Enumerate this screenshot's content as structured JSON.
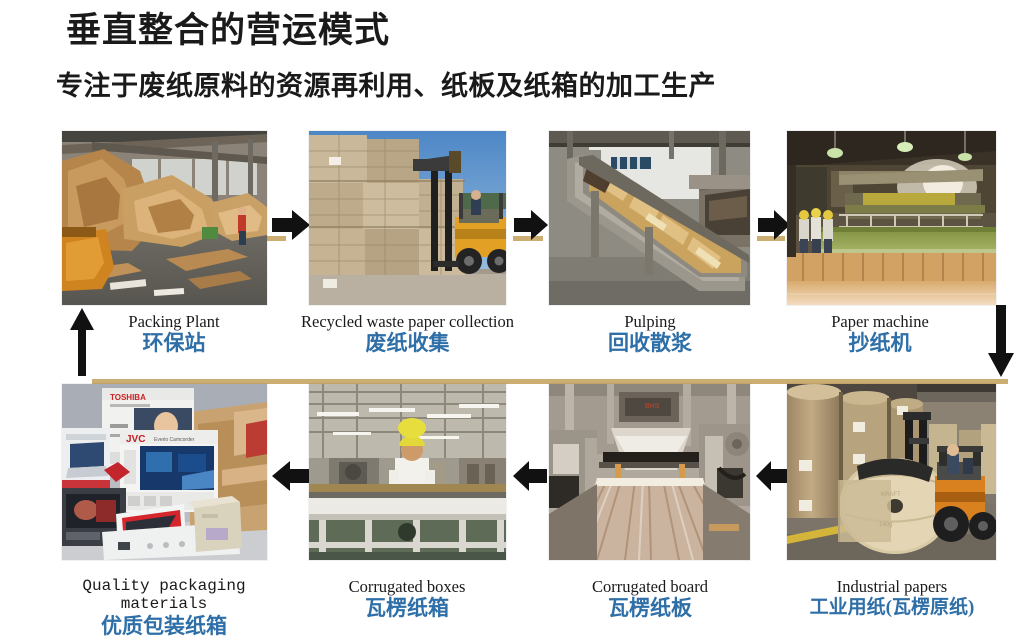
{
  "slide": {
    "title": "垂直整合的营运模式",
    "subtitle": "专注于废纸原料的资源再利用、纸板及纸箱的加工生产",
    "accent_line_color": "#cdae72",
    "caption_zh_color": "#2f6fa8",
    "caption_en_color": "#1a1a1a",
    "background_color": "#ffffff"
  },
  "flow": {
    "row1": [
      {
        "id": "packing-plant",
        "label_en": "Packing Plant",
        "label_zh": "环保站",
        "image_alt": "Warehouse interior with piles of waste cardboard on the floor"
      },
      {
        "id": "waste-paper-collection",
        "label_en": "Recycled waste paper collection",
        "label_zh": "废纸收集",
        "image_alt": "Forklift stacking baled waste paper outdoors under blue sky"
      },
      {
        "id": "pulping",
        "label_en": "Pulping",
        "label_zh": "回收散浆",
        "image_alt": "Inclined conveyor belt feeding recycled paper into the pulper"
      },
      {
        "id": "paper-machine",
        "label_en": "Paper machine",
        "label_zh": "抄纸机",
        "image_alt": "Paper machine wet end with workers in yellow hard hats"
      }
    ],
    "row2": [
      {
        "id": "quality-packaging-materials",
        "label_en": "Quality packaging materials",
        "label_zh": "优质包装纸箱",
        "image_alt": "Printed retail electronics cartons including Toshiba and JVC boxes"
      },
      {
        "id": "corrugated-boxes",
        "label_en": "Corrugated boxes",
        "label_zh": "瓦楞纸箱",
        "image_alt": "Worker in yellow helmet at a corrugated box converting line"
      },
      {
        "id": "corrugated-board",
        "label_en": "Corrugated board",
        "label_zh": "瓦楞纸板",
        "image_alt": "Corrugator line producing wide sheets of corrugated board"
      },
      {
        "id": "industrial-papers",
        "label_en": "Industrial papers",
        "label_zh": "工业用纸(瓦楞原纸)",
        "image_alt": "Forklift moving large reels of industrial kraft paper in a warehouse"
      }
    ],
    "arrows": [
      {
        "id": "arrow-up-left",
        "direction": "up"
      },
      {
        "id": "arrow-right-1",
        "direction": "right"
      },
      {
        "id": "arrow-right-2",
        "direction": "right"
      },
      {
        "id": "arrow-right-3",
        "direction": "right"
      },
      {
        "id": "arrow-down-right",
        "direction": "down"
      },
      {
        "id": "arrow-left-1",
        "direction": "left"
      },
      {
        "id": "arrow-left-2",
        "direction": "left"
      },
      {
        "id": "arrow-left-3",
        "direction": "left"
      }
    ]
  }
}
